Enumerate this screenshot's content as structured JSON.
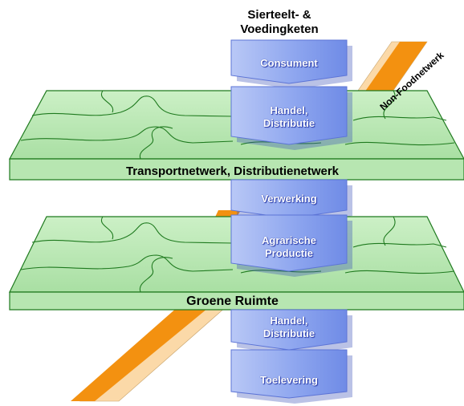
{
  "title": {
    "line1": "Sierteelt- &",
    "line2": "Voedingketen"
  },
  "chain": [
    {
      "id": "consument",
      "lines": [
        "Consument"
      ]
    },
    {
      "id": "handel-top",
      "lines": [
        "Handel,",
        "Distributie"
      ]
    },
    {
      "id": "verwerking",
      "lines": [
        "Verwerking"
      ]
    },
    {
      "id": "agrarische",
      "lines": [
        "Agrarische",
        "Productie"
      ]
    },
    {
      "id": "handel-bottom",
      "lines": [
        "Handel,",
        "Distributie"
      ]
    },
    {
      "id": "toelevering",
      "lines": [
        "Toelevering"
      ]
    }
  ],
  "layers": {
    "top_label": "Transportnetwerk, Distributienetwerk",
    "bottom_label": "Groene Ruimte"
  },
  "nonfood_label": "Non-Foodnetwerk",
  "colors": {
    "layer_fill": "#b7e6b1",
    "layer_stroke": "#1f7a1f",
    "chevron_fill": "#8fa7ee",
    "chevron_text": "#ffffff",
    "orange": "#f39110",
    "orange_light": "#fbd9a8"
  }
}
